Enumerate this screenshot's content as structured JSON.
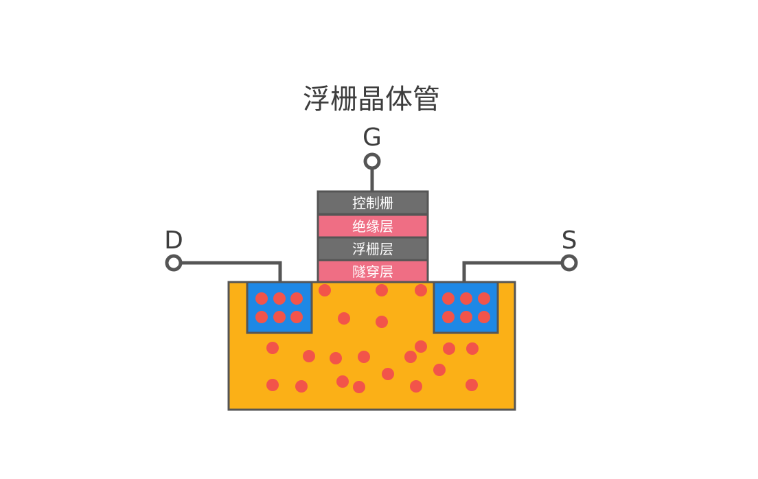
{
  "title": "浮栅晶体管",
  "terminals": {
    "gate": "G",
    "drain": "D",
    "source": "S"
  },
  "gate_stack": [
    {
      "label": "控制栅",
      "color": "#6e6e6e"
    },
    {
      "label": "绝缘层",
      "color": "#ef6e84"
    },
    {
      "label": "浮栅层",
      "color": "#6e6e6e"
    },
    {
      "label": "隧穿层",
      "color": "#ef6e84"
    }
  ],
  "colors": {
    "substrate": "#fbb017",
    "well": "#1e88e5",
    "electron": "#f2544a",
    "wire": "#555555",
    "outline": "#555555",
    "text": "#3d3d3d"
  },
  "electron_counts": {
    "drain_well": 6,
    "source_well": 6,
    "substrate": 21
  }
}
